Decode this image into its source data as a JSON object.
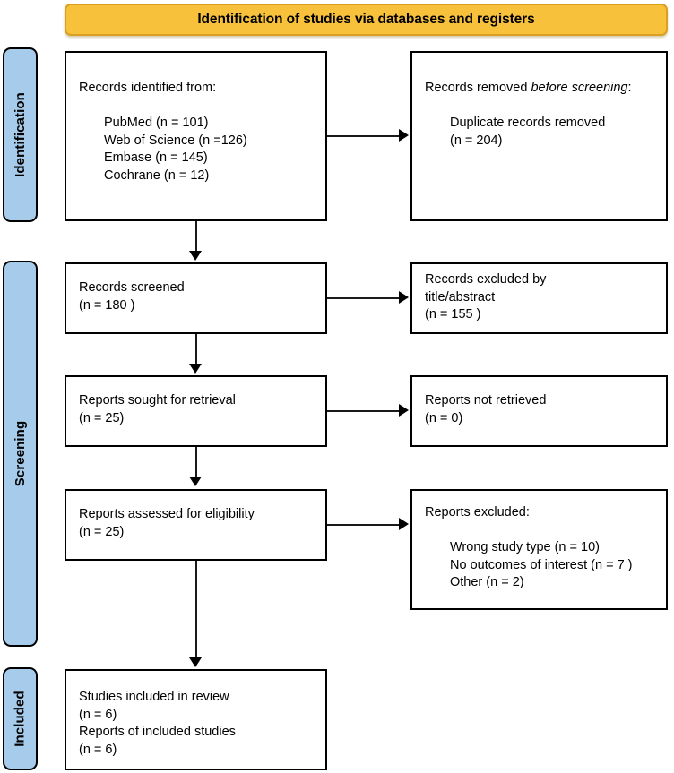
{
  "banner": {
    "title": "Identification of studies via databases and registers"
  },
  "phases": [
    {
      "name": "identification",
      "label": "Identification"
    },
    {
      "name": "screening",
      "label": "Screening"
    },
    {
      "name": "included",
      "label": "Included"
    }
  ],
  "boxes": {
    "identified": {
      "heading": "Records identified from:",
      "items": [
        "PubMed (n = 101)",
        "Web of Science (n =126)",
        "Embase (n = 145)",
        "Cochrane (n = 12)"
      ]
    },
    "removed": {
      "heading_prefix": "Records removed ",
      "heading_italic": "before screening",
      "heading_suffix": ":",
      "items": [
        "Duplicate records removed",
        "(n = 204)"
      ]
    },
    "screened": {
      "lines": [
        "Records screened",
        "(n = 180 )"
      ]
    },
    "excluded_title_abstract": {
      "lines": [
        "Records excluded by",
        "title/abstract",
        "(n = 155 )"
      ]
    },
    "sought": {
      "lines": [
        "Reports sought for retrieval",
        "(n = 25)"
      ]
    },
    "not_retrieved": {
      "lines": [
        "Reports not retrieved",
        "(n = 0)"
      ]
    },
    "assessed": {
      "lines": [
        "Reports assessed for eligibility",
        "(n = 25)"
      ]
    },
    "excluded_reports": {
      "heading": "Reports excluded:",
      "items": [
        "Wrong study type (n = 10)",
        "No outcomes of interest (n = 7 )",
        "Other (n = 2)"
      ]
    },
    "included_studies": {
      "lines": [
        "Studies included in review",
        "(n = 6)",
        "Reports of included studies",
        "(n = 6)"
      ]
    }
  },
  "colors": {
    "banner_fill": "#F7C13C",
    "banner_border": "#D9A022",
    "phase_fill": "#A7CBEA",
    "box_border": "#000000",
    "arrow": "#000000"
  }
}
